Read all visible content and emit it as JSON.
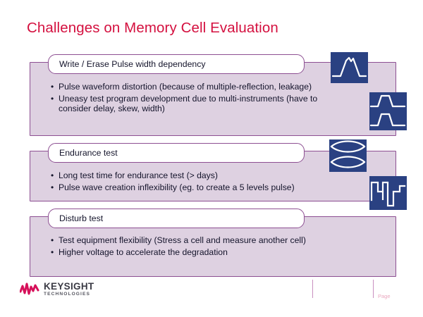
{
  "slide": {
    "title": "Challenges on Memory Cell Evaluation",
    "title_color": "#d4103f",
    "background_color": "#ffffff",
    "accent_border_color": "#8d4f92",
    "body_fill_color": "#ded1e1",
    "icon_tile_color": "#2a4182"
  },
  "sections": [
    {
      "header": "Write / Erase Pulse width dependency",
      "bullets": [
        "Pulse waveform distortion (because of multiple-reflection, leakage)",
        "Uneasy test program development due to multi-instruments (have to consider delay, skew, width)"
      ]
    },
    {
      "header": "Endurance test",
      "bullets": [
        "Long test time for endurance test (> days)",
        "Pulse wave creation inflexibility (eg. to create a 5 levels pulse)"
      ]
    },
    {
      "header": "Disturb test",
      "bullets": [
        "Test equipment flexibility (Stress a cell and measure another cell)",
        "Higher voltage to accelerate the degradation"
      ]
    }
  ],
  "icons": [
    {
      "name": "trapezoid-pulse-waveform-icon"
    },
    {
      "name": "double-pulse-waveform-icon"
    },
    {
      "name": "eye-diagram-waveform-icon"
    },
    {
      "name": "multilevel-pulse-waveform-icon"
    }
  ],
  "footer": {
    "logo_name": "KEYSIGHT",
    "logo_subtitle": "TECHNOLOGIES",
    "logo_mark_color": "#d6115a",
    "page_label": "Page",
    "page_label_color": "#eaa8bf",
    "tick_color": "#c98fc0"
  }
}
